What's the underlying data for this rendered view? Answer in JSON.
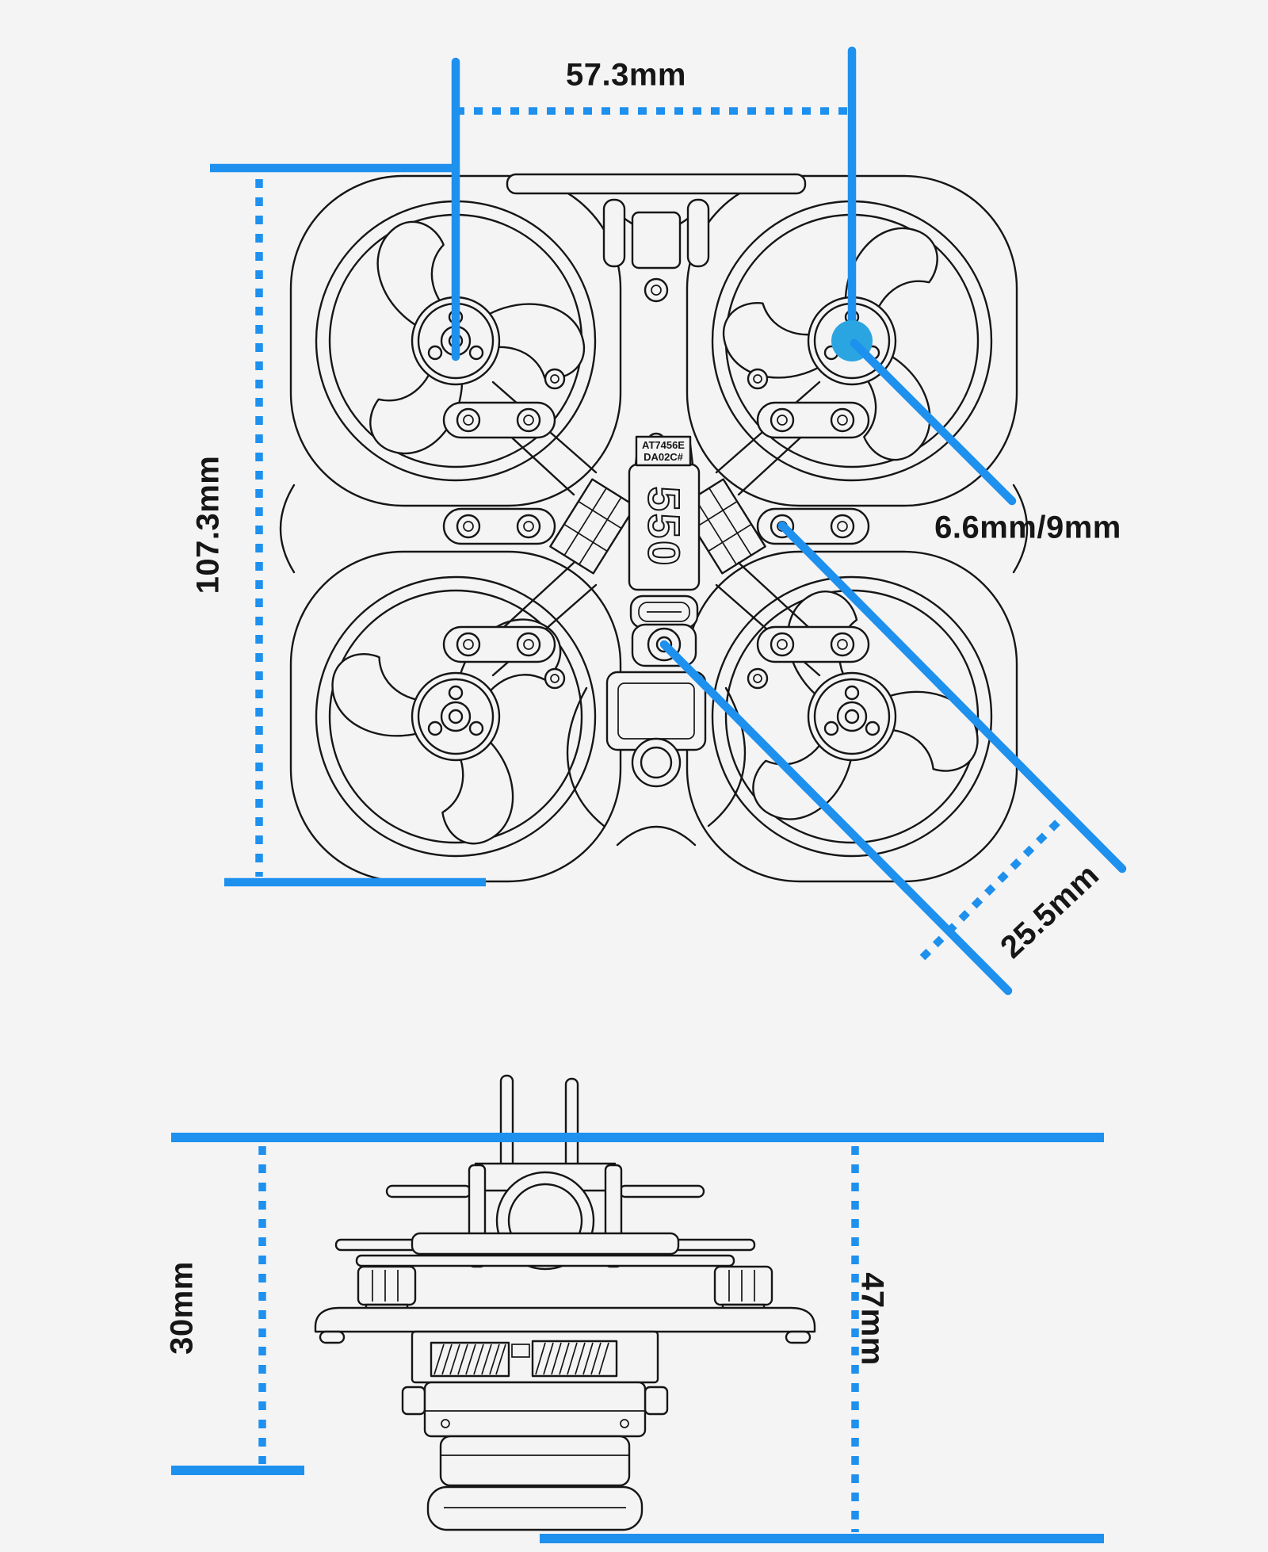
{
  "page": {
    "background": "#f4f4f5",
    "accent": "#1e90ee",
    "accent_dot": "#2ba4e2",
    "ink": "#161616"
  },
  "top_view": {
    "labels": {
      "motor_spacing_width": "57.3mm",
      "overall_size": "107.3mm",
      "motor_shaft": "6.6mm/9mm",
      "mount_hole_spacing": "25.5mm"
    },
    "battery_capacity": "550",
    "osd_chip_line1": "AT7456E",
    "osd_chip_line2": "DA02C#"
  },
  "side_view": {
    "labels": {
      "frame_height": "30mm",
      "overall_height": "47mm"
    }
  }
}
